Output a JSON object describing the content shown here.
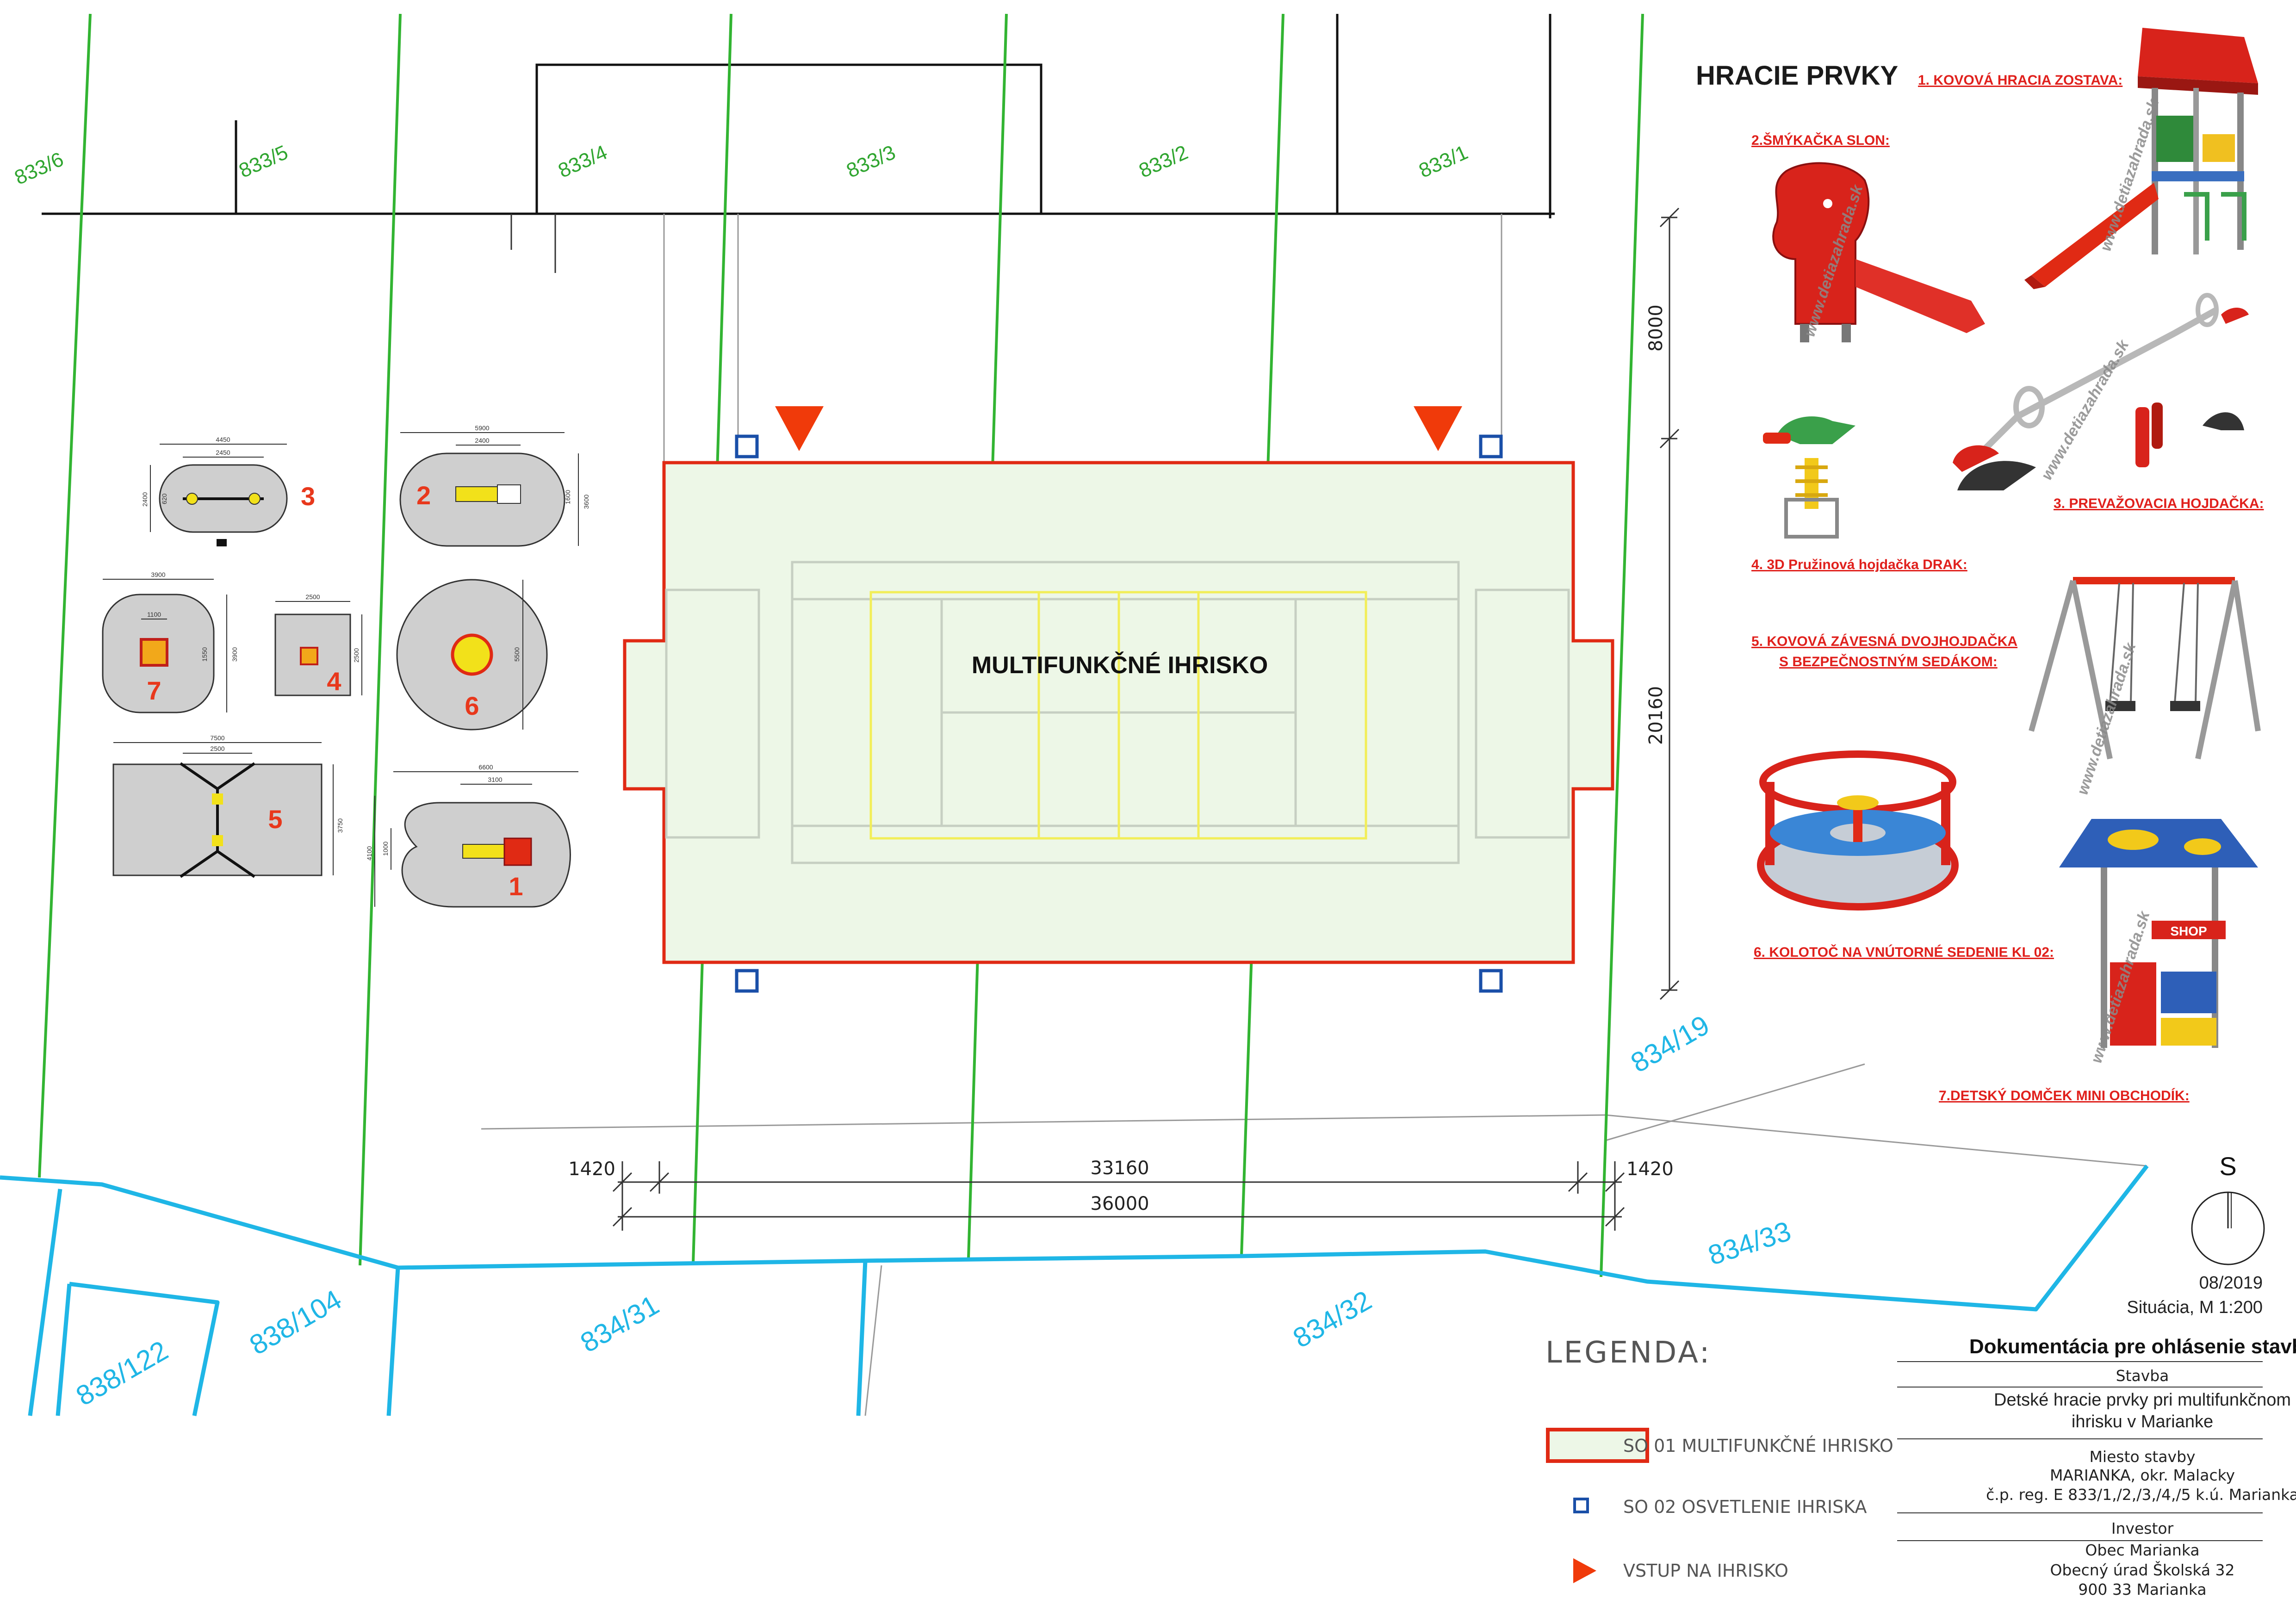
{
  "parcels": {
    "top": [
      "833/6",
      "833/5",
      "833/4",
      "833/3",
      "833/2",
      "833/1"
    ],
    "right": [
      "834/19",
      "834/33"
    ],
    "bottom": [
      "838/122",
      "838/104",
      "834/31",
      "834/32"
    ]
  },
  "dimensions": {
    "side_left": "1420",
    "middle": "33160",
    "side_right": "1420",
    "total": "36000",
    "vertical_top": "8000",
    "vertical_main": "20160"
  },
  "court": {
    "label": "MULTIFUNKČNÉ IHRISKO"
  },
  "elements_plan": {
    "numbers": [
      "1",
      "2",
      "3",
      "4",
      "5",
      "6",
      "7"
    ],
    "dims": {
      "e3": [
        "4450",
        "2450",
        "2400",
        "620"
      ],
      "e2": [
        "5900",
        "2400",
        "3600",
        "1600"
      ],
      "e7": [
        "3900",
        "1100",
        "1550",
        "3900"
      ],
      "e4": [
        "2500",
        "2500"
      ],
      "e6": [
        "5500"
      ],
      "e5": [
        "7500",
        "2500",
        "3750"
      ],
      "e1": [
        "6600",
        "3100",
        "4100",
        "1000"
      ]
    }
  },
  "catalog": {
    "heading": "HRACIE PRVKY",
    "items": [
      "1. KOVOVÁ HRACIA ZOSTAVA:",
      "2.ŠMÝKAČKA SLON:",
      "3. PREVAŽOVACIA HOJDAČKA:",
      "4. 3D Pružinová hojdačka DRAK:",
      "5. KOVOVÁ ZÁVESNÁ DVOJHOJDAČKA",
      "S BEZPEČNOSTNÝM SEDÁKOM:",
      "6. KOLOTOČ NA VNÚTORNÉ SEDENIE KL 02:",
      "7.DETSKÝ DOMČEK MINI OBCHODÍK:"
    ],
    "watermark": "www.detiazahrada.sk",
    "shop_sign": "SHOP"
  },
  "north_arrow": {
    "label": "S"
  },
  "legend": {
    "title": "LEGENDA:",
    "items": [
      "SO 01 MULTIFUNKČNÉ IHRISKO",
      "SO 02 OSVETLENIE IHRISKA",
      "VSTUP NA IHRISKO"
    ]
  },
  "title_block": {
    "date": "08/2019",
    "scale": "Situácia, M 1:200",
    "doc_title": "Dokumentácia pre ohlásenie stavby",
    "stavba_label": "Stavba",
    "stavba_lines": [
      "Detské hracie prvky pri multifunkčnom",
      "ihrisku v Marianke"
    ],
    "miesto_label": "Miesto stavby",
    "miesto_lines": [
      "MARIANKA, okr. Malacky",
      "č.p. reg. E 833/1,/2,/3,/4,/5 k.ú. Marianka"
    ],
    "investor_label": "Investor",
    "investor_lines": [
      "Obec Marianka",
      "Obecný úrad Školská 32",
      "900 33 Marianka"
    ]
  },
  "colors": {
    "parcel_line": "#32b432",
    "boundary": "#1fb6e6",
    "court_border": "#e02a14",
    "court_fill": "#edf7e7",
    "light_marker": "#1a4fa8",
    "entry": "#f03a0a",
    "element_fill": "#cfcfcf"
  }
}
